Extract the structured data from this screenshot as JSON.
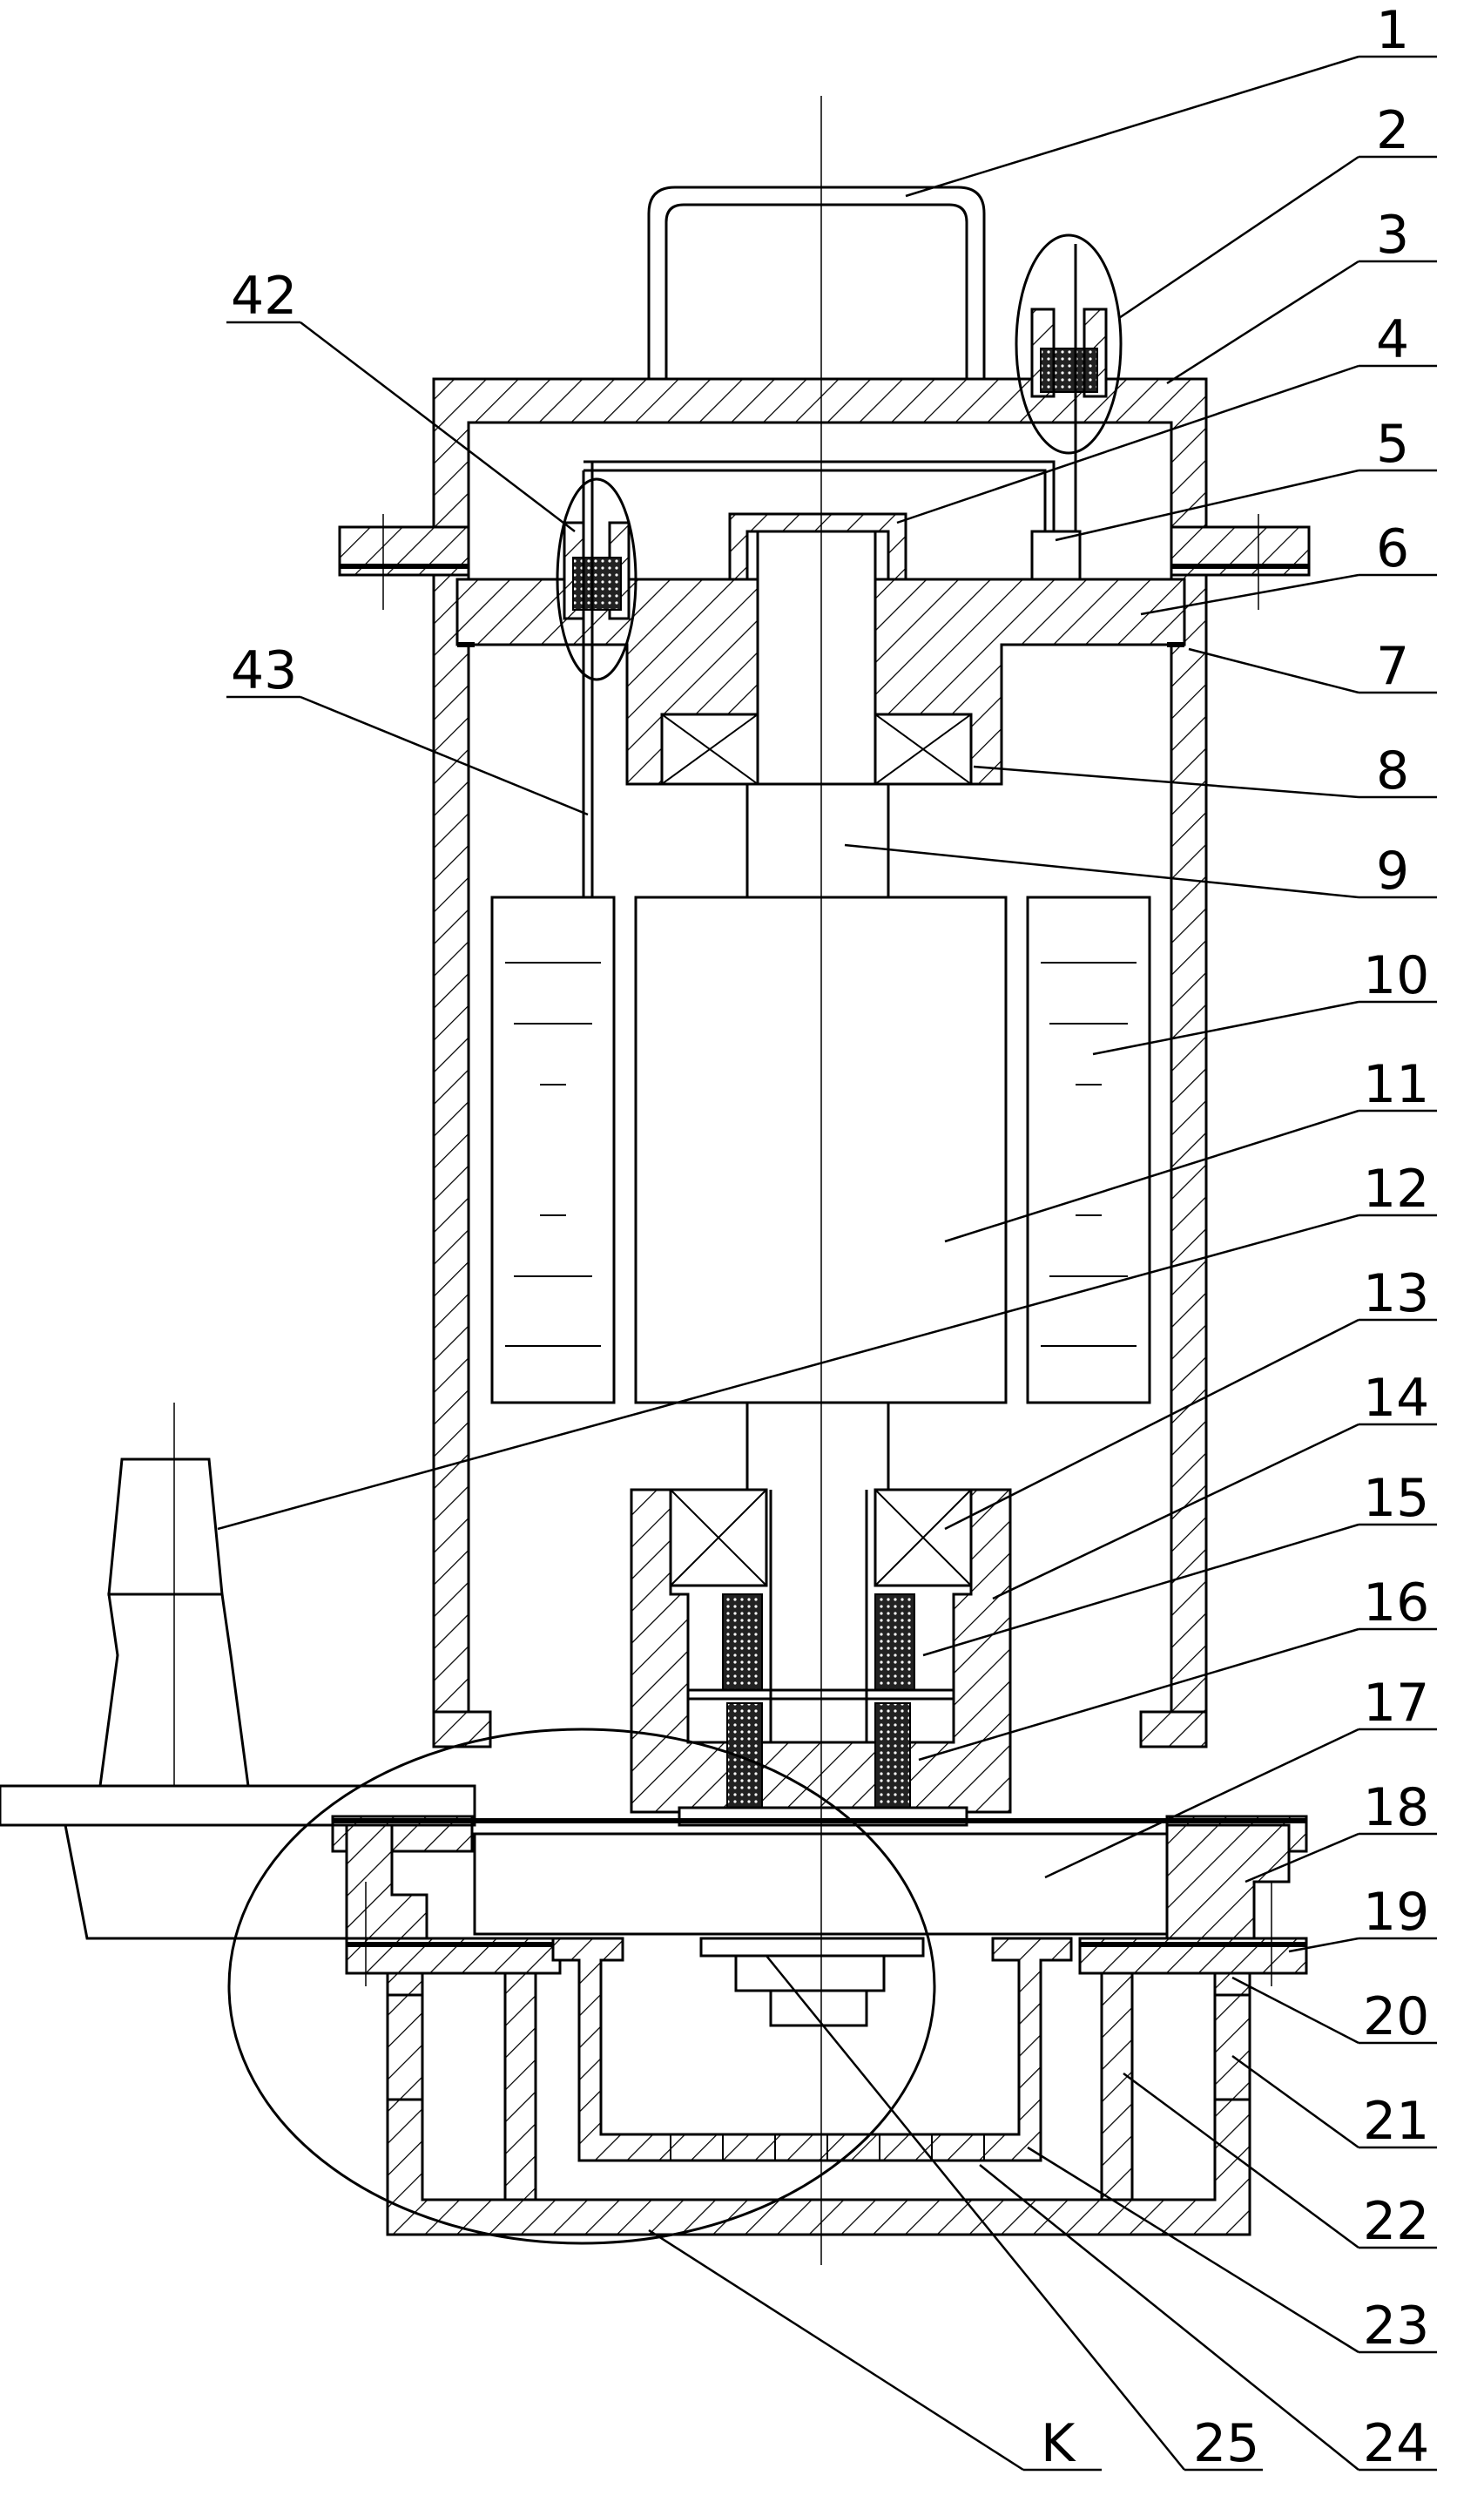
{
  "callouts": [
    {
      "id": "c1",
      "text": "1"
    },
    {
      "id": "c2",
      "text": "2"
    },
    {
      "id": "c3",
      "text": "3"
    },
    {
      "id": "c4",
      "text": "4"
    },
    {
      "id": "c5",
      "text": "5"
    },
    {
      "id": "c6",
      "text": "6"
    },
    {
      "id": "c7",
      "text": "7"
    },
    {
      "id": "c8",
      "text": "8"
    },
    {
      "id": "c9",
      "text": "9"
    },
    {
      "id": "c10",
      "text": "10"
    },
    {
      "id": "c11",
      "text": "11"
    },
    {
      "id": "c12",
      "text": "12"
    },
    {
      "id": "c13",
      "text": "13"
    },
    {
      "id": "c14",
      "text": "14"
    },
    {
      "id": "c15",
      "text": "15"
    },
    {
      "id": "c16",
      "text": "16"
    },
    {
      "id": "c17",
      "text": "17"
    },
    {
      "id": "c18",
      "text": "18"
    },
    {
      "id": "c19",
      "text": "19"
    },
    {
      "id": "c20",
      "text": "20"
    },
    {
      "id": "c21",
      "text": "21"
    },
    {
      "id": "c22",
      "text": "22"
    },
    {
      "id": "c23",
      "text": "23"
    },
    {
      "id": "c24",
      "text": "24"
    },
    {
      "id": "c25",
      "text": "25"
    },
    {
      "id": "c42",
      "text": "42"
    },
    {
      "id": "c43",
      "text": "43"
    },
    {
      "id": "cK",
      "text": "K"
    }
  ]
}
